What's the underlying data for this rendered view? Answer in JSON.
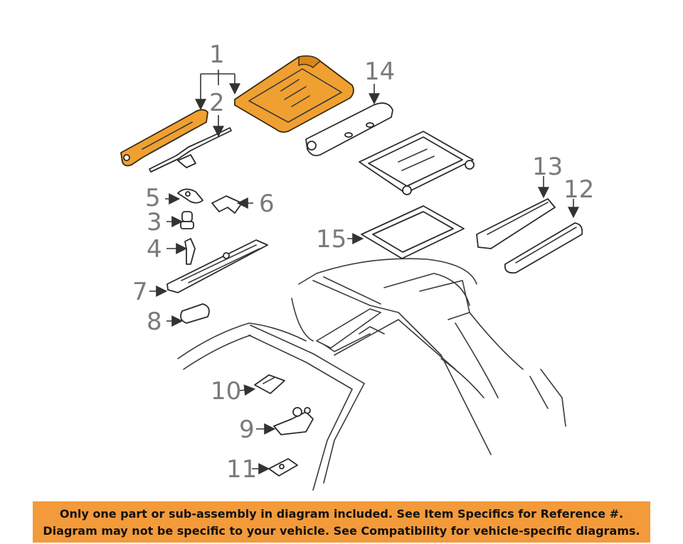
{
  "callouts": {
    "c1": "1",
    "c2": "2",
    "c3": "3",
    "c4": "4",
    "c5": "5",
    "c6": "6",
    "c7": "7",
    "c8": "8",
    "c9": "9",
    "c10": "10",
    "c11": "11",
    "c12": "12",
    "c13": "13",
    "c14": "14",
    "c15": "15"
  },
  "colors": {
    "highlight": "#f0a030",
    "banner": "#f39a3a",
    "callout_text": "#7a7a7a"
  },
  "disclaimer": {
    "line1": "Only one part or sub-assembly in diagram included. See Item Specifics for Reference #.",
    "line2": "Diagram may not be specific to your vehicle. See Compatibility for vehicle-specific diagrams."
  }
}
